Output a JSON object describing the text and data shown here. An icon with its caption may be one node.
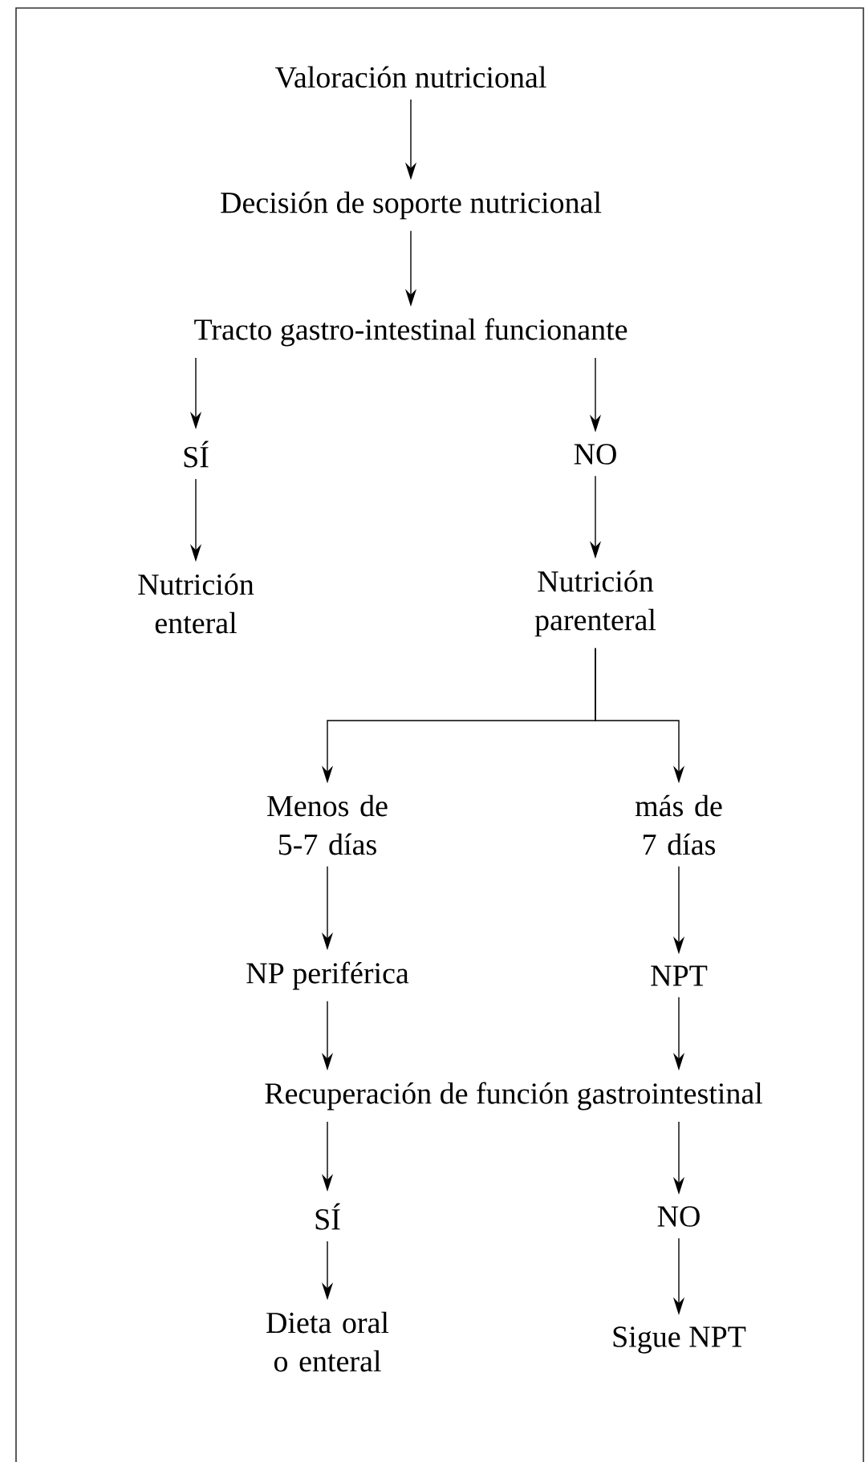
{
  "diagram": {
    "nodes": [
      {
        "text": [
          "Valoración nutricional"
        ]
      },
      {
        "text": [
          "Decisión de soporte nutricional"
        ]
      },
      {
        "text": [
          "Tracto gastro-intestinal funcionante"
        ]
      },
      {
        "text": [
          "SÍ"
        ]
      },
      {
        "text": [
          "NO"
        ]
      },
      {
        "text": [
          "Nutrición enteral"
        ]
      },
      {
        "text": [
          "Nutrición parenteral"
        ]
      },
      {
        "text": [
          "Menos de 5-7 días"
        ]
      },
      {
        "text": [
          "más de 7 días"
        ]
      },
      {
        "text": [
          "NP periférica"
        ]
      },
      {
        "text": [
          "NPT"
        ]
      },
      {
        "text": [
          "Recuperación de función gastrointestinal"
        ]
      },
      {
        "text": [
          "SÍ"
        ]
      },
      {
        "text": [
          "NO"
        ]
      },
      {
        "text": [
          "Dieta oral o enteral"
        ]
      },
      {
        "text": [
          "Sigue NPT"
        ]
      }
    ],
    "edges": [
      {
        "from": 0,
        "to": 1,
        "arrow": "to"
      },
      {
        "from": 1,
        "to": 2,
        "arrow": "to"
      },
      {
        "from": 2,
        "to": 3,
        "arrow": "to"
      },
      {
        "from": 2,
        "to": 4,
        "arrow": "to"
      },
      {
        "from": 3,
        "to": 5,
        "arrow": "to"
      },
      {
        "from": 4,
        "to": 6,
        "arrow": "to"
      },
      {
        "from": 6,
        "to": 7,
        "arrow": "to"
      },
      {
        "from": 6,
        "to": 8,
        "arrow": "to"
      },
      {
        "from": 7,
        "to": 9,
        "arrow": "to"
      },
      {
        "from": 8,
        "to": 10,
        "arrow": "to"
      },
      {
        "from": 9,
        "to": 11,
        "arrow": "to"
      },
      {
        "from": 10,
        "to": 11,
        "arrow": "to"
      },
      {
        "from": 11,
        "to": 12,
        "arrow": "to"
      },
      {
        "from": 11,
        "to": 13,
        "arrow": "to"
      },
      {
        "from": 12,
        "to": 14,
        "arrow": "to"
      },
      {
        "from": 13,
        "to": 15,
        "arrow": "to"
      }
    ]
  }
}
